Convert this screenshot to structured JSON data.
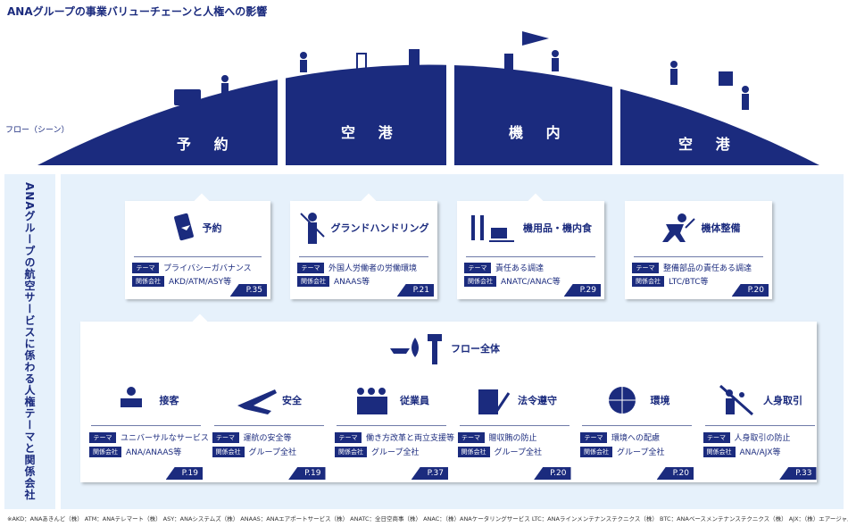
{
  "title": "ANAグループの事業バリューチェーンと人権への影響",
  "flow_label": "フロー（シーン）",
  "segments": [
    "予 約",
    "空 港",
    "機 内",
    "空 港"
  ],
  "side_label": "ANAグループの航空サービスに係わる人権テーマと関係会社",
  "tag_theme": "テーマ",
  "tag_company": "関係会社",
  "top_cards": [
    {
      "name": "予約",
      "theme": "プライバシーガバナンス",
      "company": "AKD/ATM/ASY等",
      "page": "P.35"
    },
    {
      "name": "グランドハンドリング",
      "theme": "外国人労働者の労働環境",
      "company": "ANAAS等",
      "page": "P.21"
    },
    {
      "name": "機用品・機内食",
      "theme": "責任ある調達",
      "company": "ANATC/ANAC等",
      "page": "P.29"
    },
    {
      "name": "機体整備",
      "theme": "整備部品の責任ある調達",
      "company": "LTC/BTC等",
      "page": "P.20"
    }
  ],
  "overall": {
    "title": "フロー全体",
    "items": [
      {
        "name": "接客",
        "theme": "ユニバーサルなサービス",
        "company": "ANA/ANAAS等",
        "page": "P.19"
      },
      {
        "name": "安全",
        "theme": "運航の安全等",
        "company": "グループ全社",
        "page": "P.19"
      },
      {
        "name": "従業員",
        "theme": "働き方改革と両立支援等",
        "company": "グループ全社",
        "page": "P.37"
      },
      {
        "name": "法令遵守",
        "theme": "贈収賄の防止",
        "company": "グループ全社",
        "page": "P.20"
      },
      {
        "name": "環境",
        "theme": "環境への配慮",
        "company": "グループ全社",
        "page": "P.20"
      },
      {
        "name": "人身取引",
        "theme": "人身取引の防止",
        "company": "ANA/AJX等",
        "page": "P.33"
      }
    ]
  },
  "footnote": "※AKD：ANAあきんど（株） ATM：ANAテレマート（株） ASY：ANAシステムズ（株） ANAAS：ANAエアポートサービス（株） ANATC：全日空商事（株） ANAC：（株）ANAケータリングサービス LTC：ANAラインメンテナンステクニクス（株） BTC：ANAベースメンテナンステクニクス（株） AJX：（株）エアージャパン",
  "colors": {
    "navy": "#1b2b7e",
    "light": "#e6f1fb"
  }
}
